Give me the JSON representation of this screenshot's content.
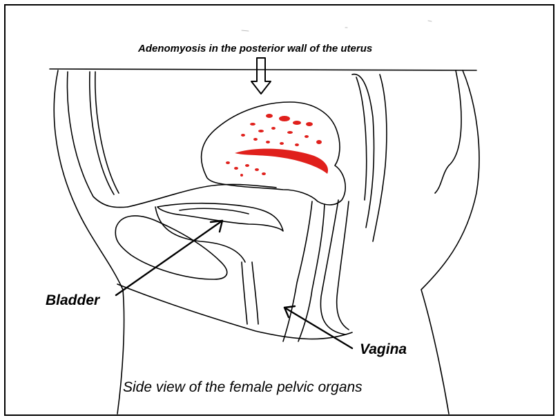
{
  "labels": {
    "title": "Adenomyosis in the posterior wall of the uterus",
    "bladder": "Bladder",
    "vagina": "Vagina",
    "caption": "Side view of the female pelvic organs"
  },
  "colors": {
    "ink": "#000000",
    "lesion": "#e0201c",
    "background": "#ffffff"
  },
  "icons": [
    "down-arrow-icon",
    "pointer-arrow-icon"
  ]
}
